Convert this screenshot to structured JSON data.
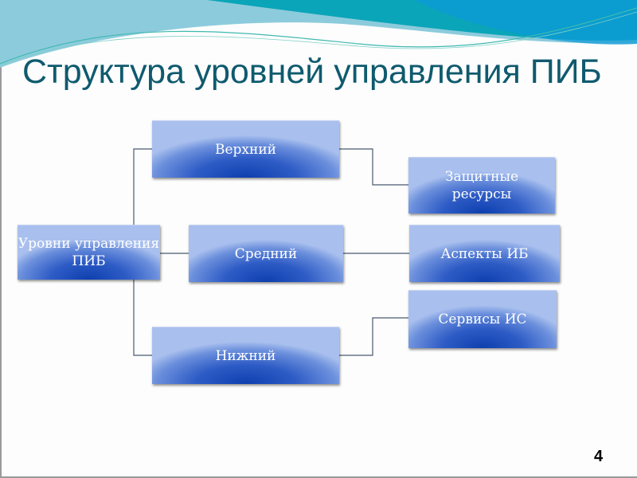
{
  "slide": {
    "title": "Структура уровней управления ПИБ",
    "page_number": "4"
  },
  "diagram": {
    "root": "Уровни управления ПИБ",
    "levels": [
      "Верхний",
      "Средний",
      "Нижний"
    ],
    "targets": [
      "Защитные ресурсы",
      "Аспекты ИБ",
      "Сервисы ИС"
    ]
  },
  "colors": {
    "title": "#0f5a6e",
    "box_dark": "#0d3fae",
    "box_light": "#a9c0ee",
    "connector": "#4a5a70"
  }
}
